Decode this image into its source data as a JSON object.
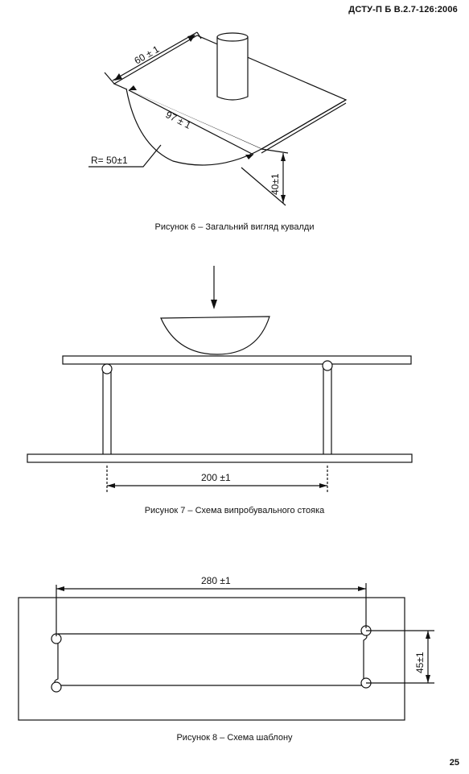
{
  "header": {
    "code": "ДСТУ-П Б В.2.7-126:2006"
  },
  "figure6": {
    "caption": "Рисунок 6 – Загальний вигляд кувалди",
    "dim_width": "60 ± 1",
    "dim_length": "97 ± 1",
    "dim_radius": "R= 50±1",
    "dim_height": "40±1"
  },
  "figure7": {
    "caption": "Рисунок 7 – Схема випробувального стояка",
    "dim_span": "200 ±1"
  },
  "figure8": {
    "caption": "Рисунок 8 – Схема шаблону",
    "dim_length": "280 ±1",
    "dim_width": "45±1"
  },
  "footer": {
    "page_number": "25"
  }
}
